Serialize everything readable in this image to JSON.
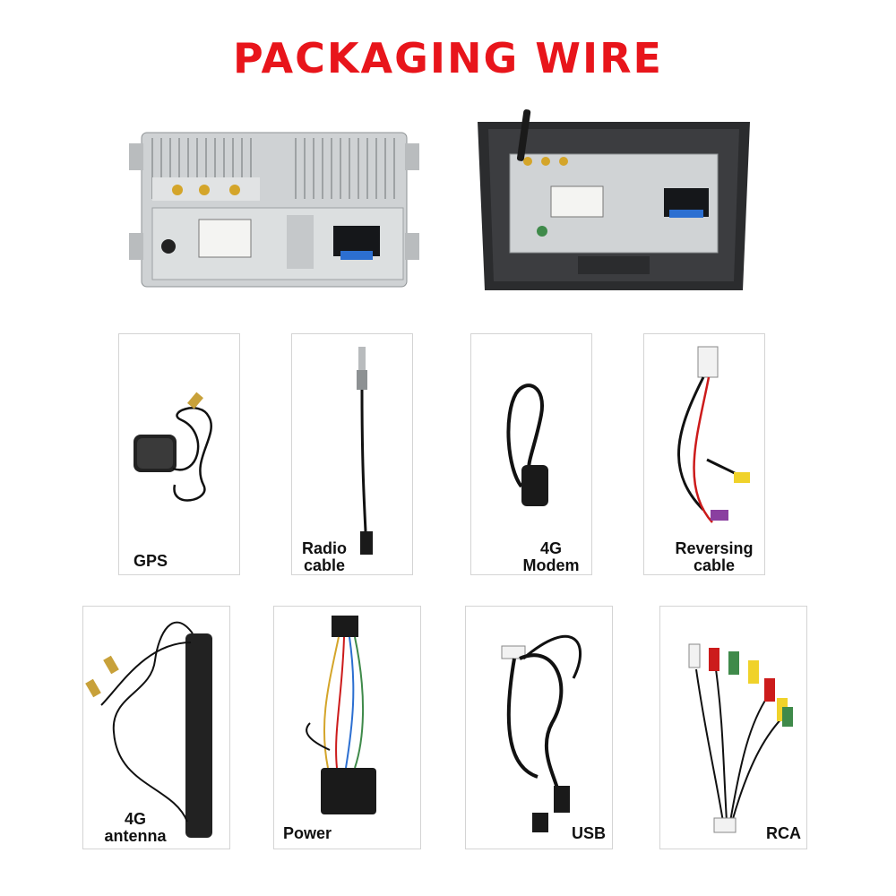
{
  "page": {
    "title": "PACKAGING  WIRE"
  },
  "items": [
    {
      "key": "gps",
      "label": "GPS"
    },
    {
      "key": "radio",
      "label_lines": [
        "Radio",
        "cable"
      ]
    },
    {
      "key": "modem",
      "label_lines": [
        "4G",
        "Modem"
      ]
    },
    {
      "key": "reversing",
      "label_lines": [
        "Reversing",
        "cable"
      ]
    },
    {
      "key": "antenna",
      "label_lines": [
        "4G",
        "antenna"
      ]
    },
    {
      "key": "power",
      "label": "Power"
    },
    {
      "key": "usb",
      "label": "USB"
    },
    {
      "key": "rca",
      "label": "RCA"
    }
  ],
  "colors": {
    "title": "#e8151b",
    "card_border": "#d4d4d4",
    "cable": "#111111",
    "metal": "#c9ccce"
  }
}
